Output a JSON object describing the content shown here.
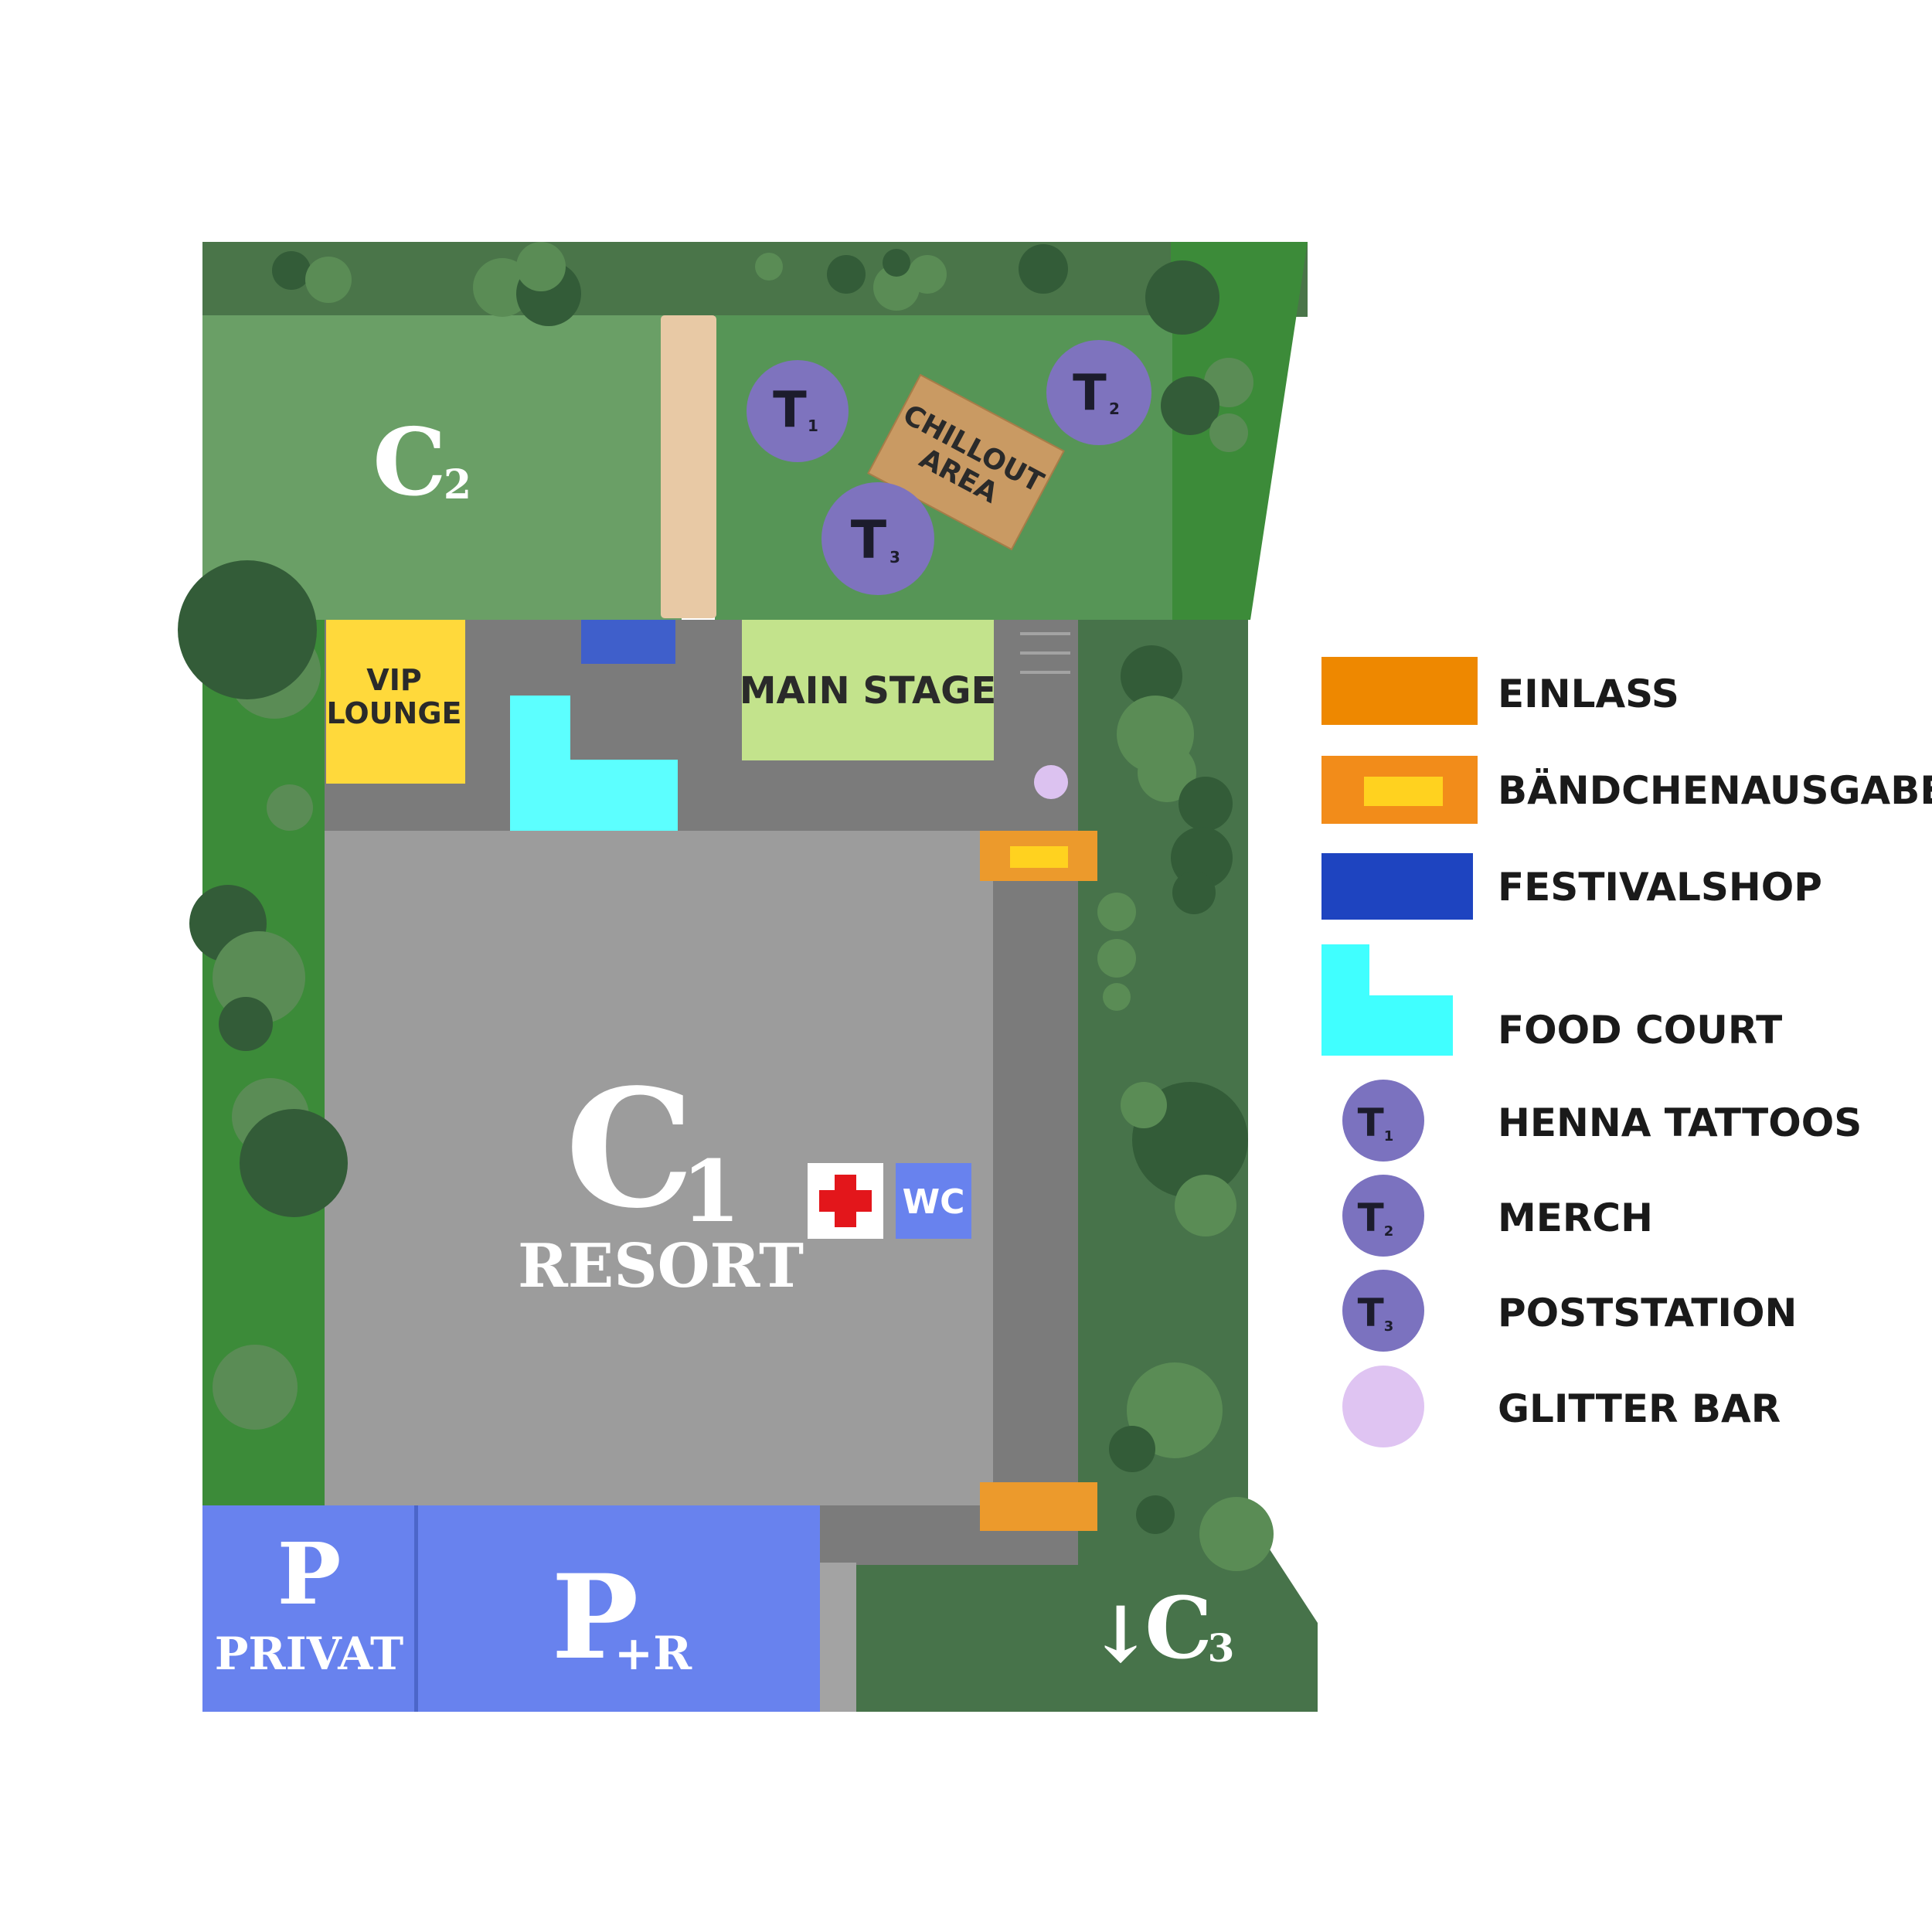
{
  "zones": {
    "c2": {
      "letter": "C",
      "sub": "2"
    },
    "c1": {
      "letter": "C",
      "sub": "1",
      "name": "RESORT"
    },
    "c3": {
      "arrow": "↓",
      "letter": "C",
      "sub": "3"
    },
    "parking_private": {
      "letter": "P",
      "name": "PRIVAT"
    },
    "park_ride": {
      "letter": "P",
      "sub": "+R"
    }
  },
  "areas": {
    "vip_lounge": [
      "VIP",
      "LOUNGE"
    ],
    "main_stage": "MAIN STAGE",
    "chillout": [
      "CHILLOUT",
      "AREA"
    ],
    "wc": "WC"
  },
  "tents": [
    {
      "letter": "T",
      "sub": "1"
    },
    {
      "letter": "T",
      "sub": "2"
    },
    {
      "letter": "T",
      "sub": "3"
    }
  ],
  "legend": [
    {
      "label": "EINLASS",
      "symbol": "einlass",
      "color": "#EE8800"
    },
    {
      "label": "BÄNDCHENAUSGABE",
      "symbol": "baendchen",
      "color": "#F28C1A"
    },
    {
      "label": "FESTIVALSHOP",
      "symbol": "shop",
      "color": "#1E44C0"
    },
    {
      "label": "FOOD COURT",
      "symbol": "food",
      "color": "#40FFFF"
    },
    {
      "label": "HENNA TATTOOS",
      "symbol": "tent",
      "tent": "1",
      "color": "#7B72BF"
    },
    {
      "label": "MERCH",
      "symbol": "tent",
      "tent": "2",
      "color": "#7B72BF"
    },
    {
      "label": "POSTSTATION",
      "symbol": "tent",
      "tent": "3",
      "color": "#7B72BF"
    },
    {
      "label": "GLITTER BAR",
      "symbol": "glitter",
      "color": "#DFC4F2"
    }
  ],
  "colors": {
    "grass_dark": "#47734A",
    "grass_mid": "#5E9A5E",
    "grass_light": "#6A9F66",
    "grass_bright": "#3D8C3A",
    "road": "#7C7C7C",
    "camp_floor": "#9C9C9C",
    "parking": "#6882EE",
    "path": "#E8C9A5",
    "vip": "#FFD93B",
    "stage": "#C3E38C",
    "chillout": "#C99A63",
    "food": "#5CFFFF",
    "shop": "#3F5FCB",
    "tent": "#7E73BE",
    "glitter": "#DCC2F0",
    "einlass": "#EC9A2C",
    "baendchen_inner": "#FFD21F",
    "wc": "#6882EE",
    "first_aid": "#E3161B"
  }
}
